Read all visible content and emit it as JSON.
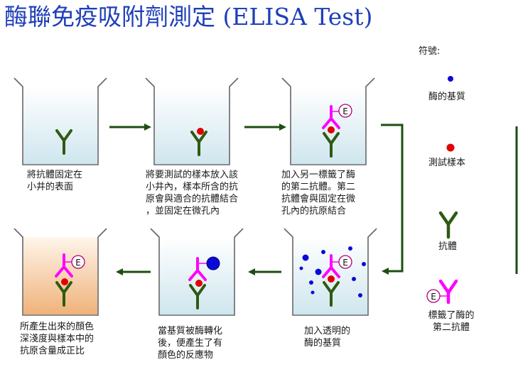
{
  "title": "酶聯免疫吸附劑測定 (ELISA Test)",
  "enzyme_label": "E",
  "colors": {
    "antibody": "#2e5a12",
    "labeled_antibody": "#ff00ff",
    "sample": "#e00000",
    "substrate": "#0a0ad8",
    "arrow": "#1e4d12",
    "well_blue": "#cfe6ee",
    "well_orange": "#f0b27a"
  },
  "steps": [
    {
      "caption": "將抗體固定在\n小井的表面"
    },
    {
      "caption": "將要測試的樣本放入該\n小井內，樣本所含的抗\n原會與適合的抗體結合\n，並固定在微孔內"
    },
    {
      "caption": "加入另一標籤了酶\n的第二抗體。第二\n抗體會與固定在微\n孔內的抗原結合"
    },
    {
      "caption": "加入透明的\n酶的基質"
    },
    {
      "caption": "當基質被酶轉化\n後，便產生了有\n顏色的反應物"
    },
    {
      "caption": "所產生出來的顏色\n深淺度與樣本中的\n抗原含量成正比"
    }
  ],
  "legend": {
    "heading": "符號:",
    "items": [
      {
        "label": "酶的基質",
        "icon": "substrate-dot-icon"
      },
      {
        "label": "測試樣本",
        "icon": "sample-dot-icon"
      },
      {
        "label": "抗體",
        "icon": "antibody-y-icon"
      },
      {
        "label": "標籤了酶的\n第二抗體",
        "icon": "labeled-antibody-icon"
      }
    ]
  }
}
